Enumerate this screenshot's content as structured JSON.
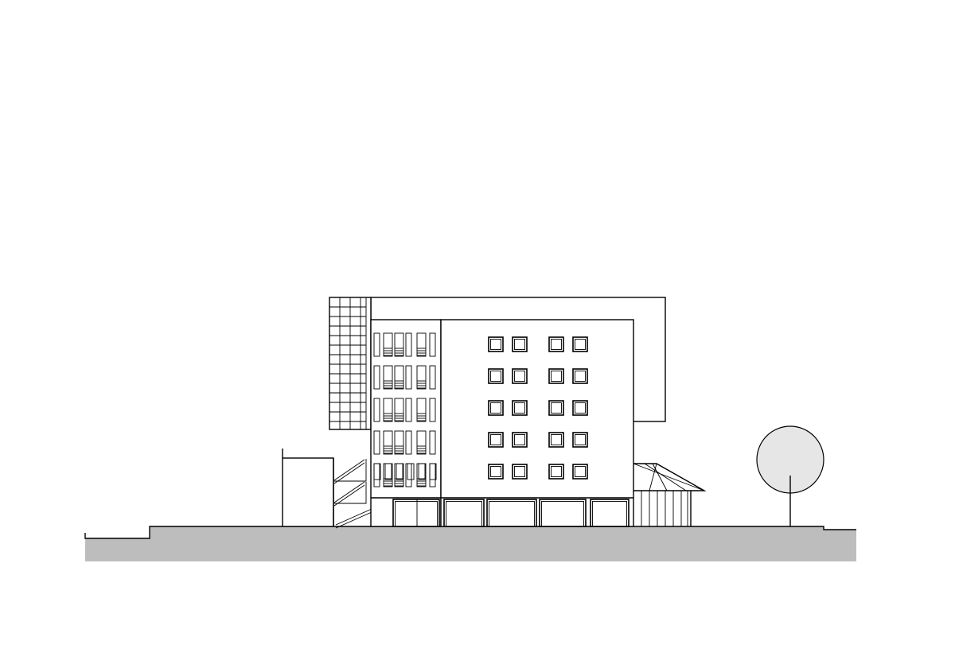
{
  "drawing": {
    "type": "architectural-elevation",
    "colors": {
      "background": "#ffffff",
      "line": "#000000",
      "ground": "#bdbdbd",
      "tree_canopy": "#e6e6e6"
    },
    "main_block": {
      "window_rows": 5,
      "window_columns": 4
    },
    "left_block": {
      "window_rows": 5
    },
    "ground_floor": {
      "storefront_bays": 5
    }
  }
}
